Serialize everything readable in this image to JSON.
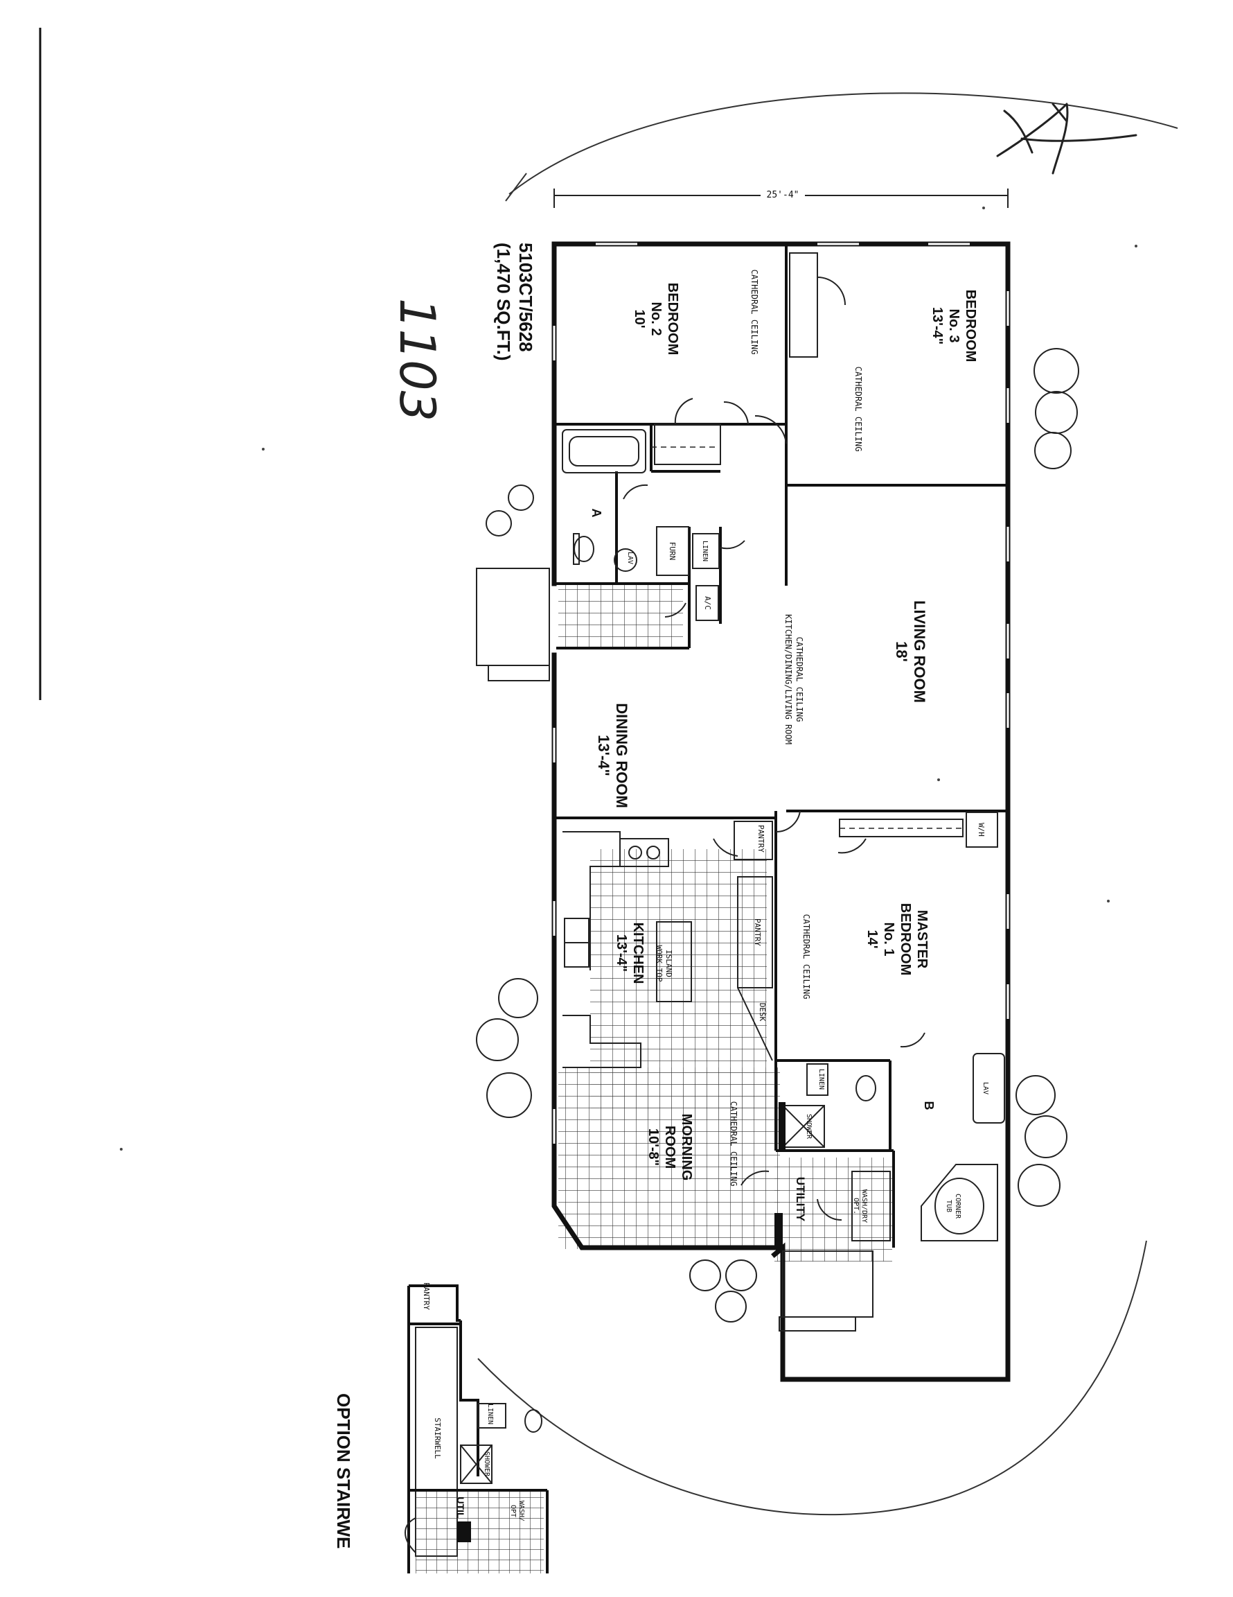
{
  "plan": {
    "model": "5103CT/5628",
    "area": "(1,470 SQ.FT.)",
    "handwritten_lot": "1103",
    "overall_dimension": "25'-4\"",
    "option_label": "OPTION STAIRWE"
  },
  "rooms": {
    "bedroom2": {
      "name": "BEDROOM",
      "number": "No. 2",
      "size": "10'",
      "ceiling": "CATHEDRAL CEILING"
    },
    "bedroom3": {
      "name": "BEDROOM",
      "number": "No. 3",
      "size": "13'-4\"",
      "ceiling": "CATHEDRAL CEILING"
    },
    "living": {
      "name": "LIVING ROOM",
      "size": "18'"
    },
    "great_ceiling": {
      "line1": "CATHEDRAL CEILING",
      "line2": "KITCHEN/DINING/LIVING ROOM"
    },
    "dining": {
      "name": "DINING ROOM",
      "size": "13'-4\""
    },
    "master": {
      "name1": "MASTER",
      "name2": "BEDROOM",
      "number": "No. 1",
      "size": "14'",
      "ceiling": "CATHEDRAL CEILING"
    },
    "kitchen": {
      "name": "KITCHEN",
      "size": "13'-4\"",
      "island1": "ISLAND",
      "island2": "WORK TOP"
    },
    "morning": {
      "name": "MORNING",
      "name2": "ROOM",
      "size": "10'-8\"",
      "ceiling": "CATHEDRAL CEILING"
    }
  },
  "labels": {
    "bath_a": "A",
    "bath_b": "B",
    "furn": "FURN",
    "lav_a": "LAV",
    "lav_b": "LAV",
    "linen_1": "LINEN",
    "linen_2": "LINEN",
    "ac": "A/C",
    "wh": "W/H",
    "pantry_1": "PANTRY",
    "pantry_2": "PANTRY",
    "desk": "DESK",
    "shower": "SHOWER",
    "utility": "UTILITY",
    "wash_dry": "WASH/DRY",
    "wash_dry_2": "OPT.",
    "corner_tub_1": "CORNER",
    "corner_tub_2": "TUB"
  },
  "option": {
    "pantry": "PANTRY",
    "stairwell": "STAIRWELL",
    "linen": "LINEN",
    "shower": "SHOWER",
    "util": "UTIL",
    "wash": "WASH/",
    "wash2": "OPT"
  }
}
